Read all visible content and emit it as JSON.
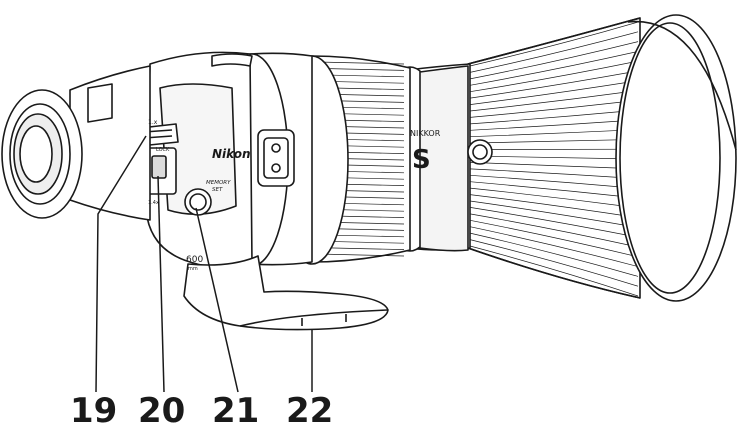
{
  "lens": {
    "brand": "Nikon",
    "series": "NIKKOR",
    "line_mark": "S",
    "focal_length": "600",
    "focal_unit": "mm",
    "memory_set_line1": "MEMORY",
    "memory_set_line2": "SET",
    "lock_label": "LOCK",
    "tc_1x": "1.x",
    "tc_14x": "1.4x"
  },
  "callouts": [
    {
      "number": "19"
    },
    {
      "number": "20"
    },
    {
      "number": "21"
    },
    {
      "number": "22"
    }
  ],
  "colors": {
    "line": "#1a1a1a",
    "fill": "#ffffff"
  }
}
